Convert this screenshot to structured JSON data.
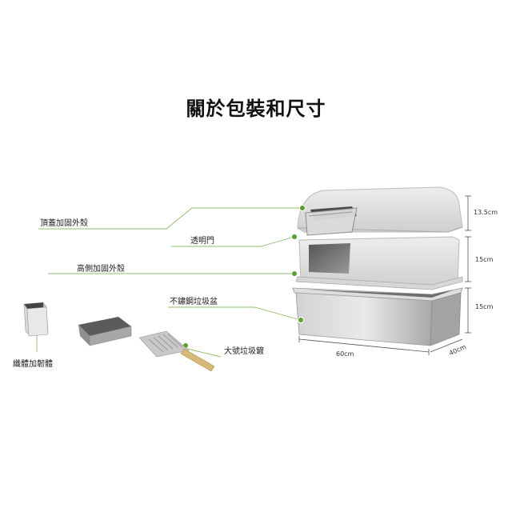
{
  "title": "關於包裝和尺寸",
  "parts": {
    "top_cover": "頂蓋加固外殼",
    "clear_door": "透明門",
    "high_side": "高側加固外殼",
    "steel_tray": "不鏽鋼垃圾盆",
    "scoop": "大號垃圾鏟",
    "holder": "纖體加韌體"
  },
  "dimensions": {
    "h_top": "13.5cm",
    "h_mid": "15cm",
    "h_base": "15cm",
    "length": "60cm",
    "depth": "40cm"
  },
  "colors": {
    "accent": "#5aa02c",
    "shell": "#e3e3e3",
    "steel": "#b9b9b9"
  }
}
